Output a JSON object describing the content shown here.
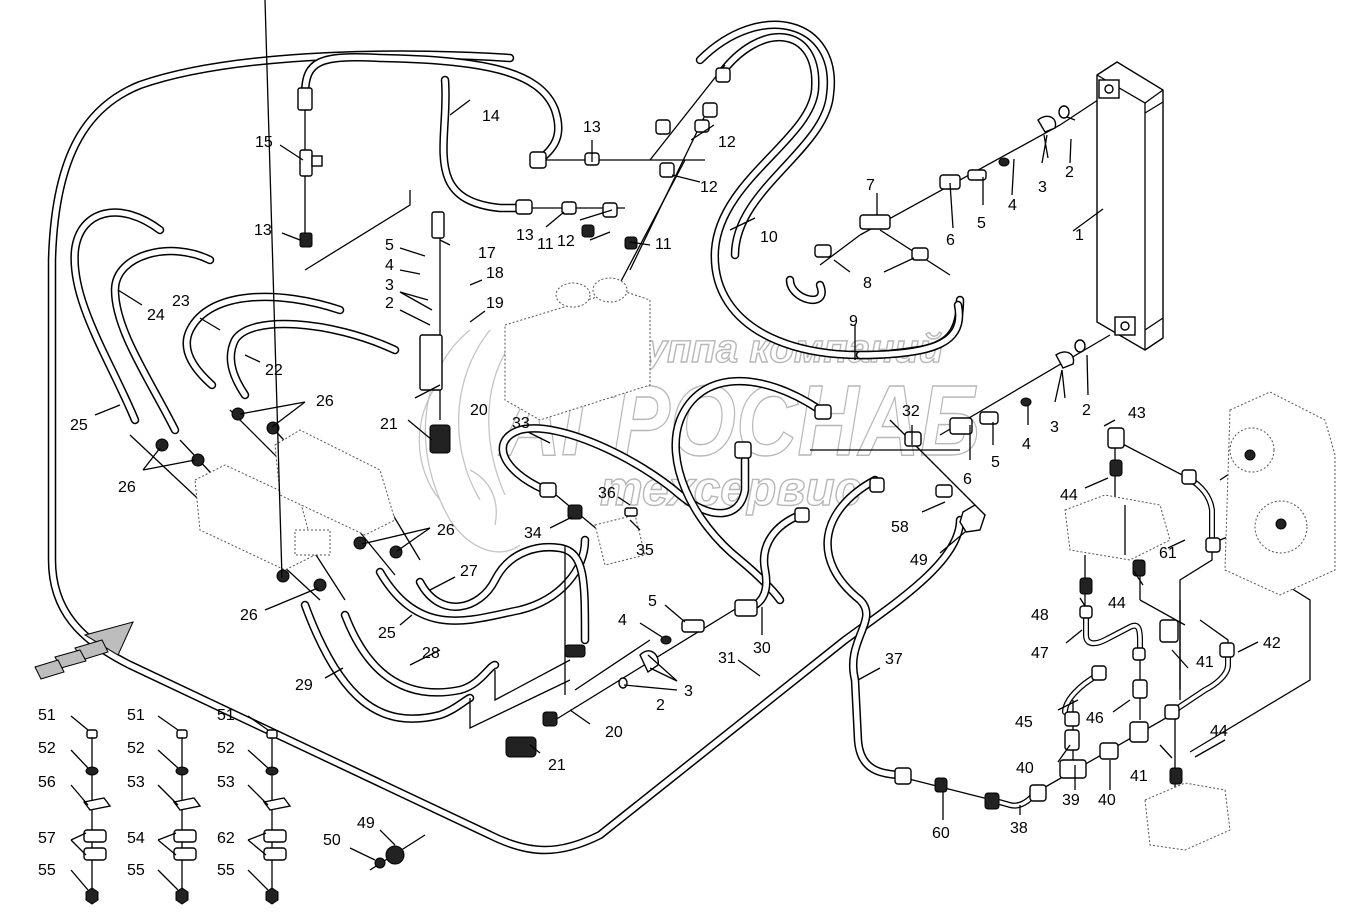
{
  "diagram": {
    "title": "Hydraulic lines and fittings — exploded view",
    "watermark": {
      "line1": "группа компаний",
      "line2": "АГРОСНАБ",
      "line3": "техсервис"
    },
    "direction_indicator": "forward-arrow-icon",
    "callouts": [
      {
        "id": "c1",
        "label": "1"
      },
      {
        "id": "c2a",
        "label": "2"
      },
      {
        "id": "c2b",
        "label": "2"
      },
      {
        "id": "c2c",
        "label": "2"
      },
      {
        "id": "c2d",
        "label": "2"
      },
      {
        "id": "c3a",
        "label": "3"
      },
      {
        "id": "c3b",
        "label": "3"
      },
      {
        "id": "c3c",
        "label": "3"
      },
      {
        "id": "c3d",
        "label": "3"
      },
      {
        "id": "c4a",
        "label": "4"
      },
      {
        "id": "c4b",
        "label": "4"
      },
      {
        "id": "c4c",
        "label": "4"
      },
      {
        "id": "c4d",
        "label": "4"
      },
      {
        "id": "c5a",
        "label": "5"
      },
      {
        "id": "c5b",
        "label": "5"
      },
      {
        "id": "c5c",
        "label": "5"
      },
      {
        "id": "c5d",
        "label": "5"
      },
      {
        "id": "c6a",
        "label": "6"
      },
      {
        "id": "c6b",
        "label": "6"
      },
      {
        "id": "c7",
        "label": "7"
      },
      {
        "id": "c8",
        "label": "8"
      },
      {
        "id": "c9",
        "label": "9"
      },
      {
        "id": "c10",
        "label": "10"
      },
      {
        "id": "c11a",
        "label": "11"
      },
      {
        "id": "c11b",
        "label": "11"
      },
      {
        "id": "c12a",
        "label": "12"
      },
      {
        "id": "c12b",
        "label": "12"
      },
      {
        "id": "c12c",
        "label": "12"
      },
      {
        "id": "c13a",
        "label": "13"
      },
      {
        "id": "c13b",
        "label": "13"
      },
      {
        "id": "c13c",
        "label": "13"
      },
      {
        "id": "c14",
        "label": "14"
      },
      {
        "id": "c15",
        "label": "15"
      },
      {
        "id": "c17",
        "label": "17"
      },
      {
        "id": "c18",
        "label": "18"
      },
      {
        "id": "c19",
        "label": "19"
      },
      {
        "id": "c20a",
        "label": "20"
      },
      {
        "id": "c20b",
        "label": "20"
      },
      {
        "id": "c21a",
        "label": "21"
      },
      {
        "id": "c21b",
        "label": "21"
      },
      {
        "id": "c22",
        "label": "22"
      },
      {
        "id": "c23",
        "label": "23"
      },
      {
        "id": "c24",
        "label": "24"
      },
      {
        "id": "c25a",
        "label": "25"
      },
      {
        "id": "c25b",
        "label": "25"
      },
      {
        "id": "c26a",
        "label": "26"
      },
      {
        "id": "c26b",
        "label": "26"
      },
      {
        "id": "c26c",
        "label": "26"
      },
      {
        "id": "c26d",
        "label": "26"
      },
      {
        "id": "c27",
        "label": "27"
      },
      {
        "id": "c28",
        "label": "28"
      },
      {
        "id": "c29",
        "label": "29"
      },
      {
        "id": "c30",
        "label": "30"
      },
      {
        "id": "c31",
        "label": "31"
      },
      {
        "id": "c32",
        "label": "32"
      },
      {
        "id": "c33",
        "label": "33"
      },
      {
        "id": "c34",
        "label": "34"
      },
      {
        "id": "c35",
        "label": "35"
      },
      {
        "id": "c36",
        "label": "36"
      },
      {
        "id": "c37",
        "label": "37"
      },
      {
        "id": "c38",
        "label": "38"
      },
      {
        "id": "c39",
        "label": "39"
      },
      {
        "id": "c40a",
        "label": "40"
      },
      {
        "id": "c40b",
        "label": "40"
      },
      {
        "id": "c41a",
        "label": "41"
      },
      {
        "id": "c41b",
        "label": "41"
      },
      {
        "id": "c42",
        "label": "42"
      },
      {
        "id": "c43",
        "label": "43"
      },
      {
        "id": "c44a",
        "label": "44"
      },
      {
        "id": "c44b",
        "label": "44"
      },
      {
        "id": "c44c",
        "label": "44"
      },
      {
        "id": "c45",
        "label": "45"
      },
      {
        "id": "c46",
        "label": "46"
      },
      {
        "id": "c47",
        "label": "47"
      },
      {
        "id": "c48",
        "label": "48"
      },
      {
        "id": "c49a",
        "label": "49"
      },
      {
        "id": "c49b",
        "label": "49"
      },
      {
        "id": "c50",
        "label": "50"
      },
      {
        "id": "c58",
        "label": "58"
      },
      {
        "id": "c60",
        "label": "60"
      },
      {
        "id": "c61",
        "label": "61"
      }
    ],
    "clamp_kits": [
      {
        "bolt": "51",
        "washer": "52",
        "plate": "56",
        "clamp": "57",
        "nut": "55"
      },
      {
        "bolt": "51",
        "washer": "52",
        "plate": "53",
        "clamp": "54",
        "nut": "55"
      },
      {
        "bolt": "51",
        "washer": "52",
        "plate": "53",
        "clamp": "62",
        "nut": "55"
      }
    ]
  }
}
